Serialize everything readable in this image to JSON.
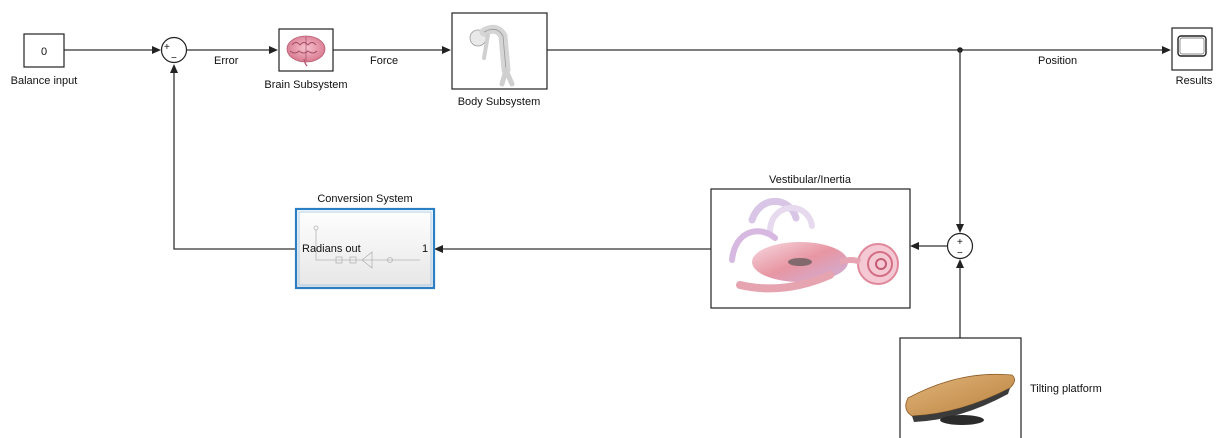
{
  "blocks": {
    "balance_input": {
      "value": "0",
      "label": "Balance input"
    },
    "brain": {
      "label": "Brain Subsystem",
      "icon": "brain-icon"
    },
    "body": {
      "label": "Body Subsystem",
      "icon": "stooped-figure-icon"
    },
    "results": {
      "label": "Results",
      "icon": "scope-icon"
    },
    "vestibular": {
      "label": "Vestibular/Inertia",
      "icon": "inner-ear-icon"
    },
    "conversion": {
      "label": "Conversion System",
      "inner_label": "Radians out",
      "port": "1"
    },
    "tilting": {
      "label": "Tilting platform",
      "icon": "balance-board-icon"
    }
  },
  "signals": {
    "error": "Error",
    "force": "Force",
    "position": "Position"
  },
  "sum_top": {
    "signs": [
      "+",
      "−"
    ]
  },
  "sum_right": {
    "signs": [
      "+",
      "−"
    ]
  }
}
